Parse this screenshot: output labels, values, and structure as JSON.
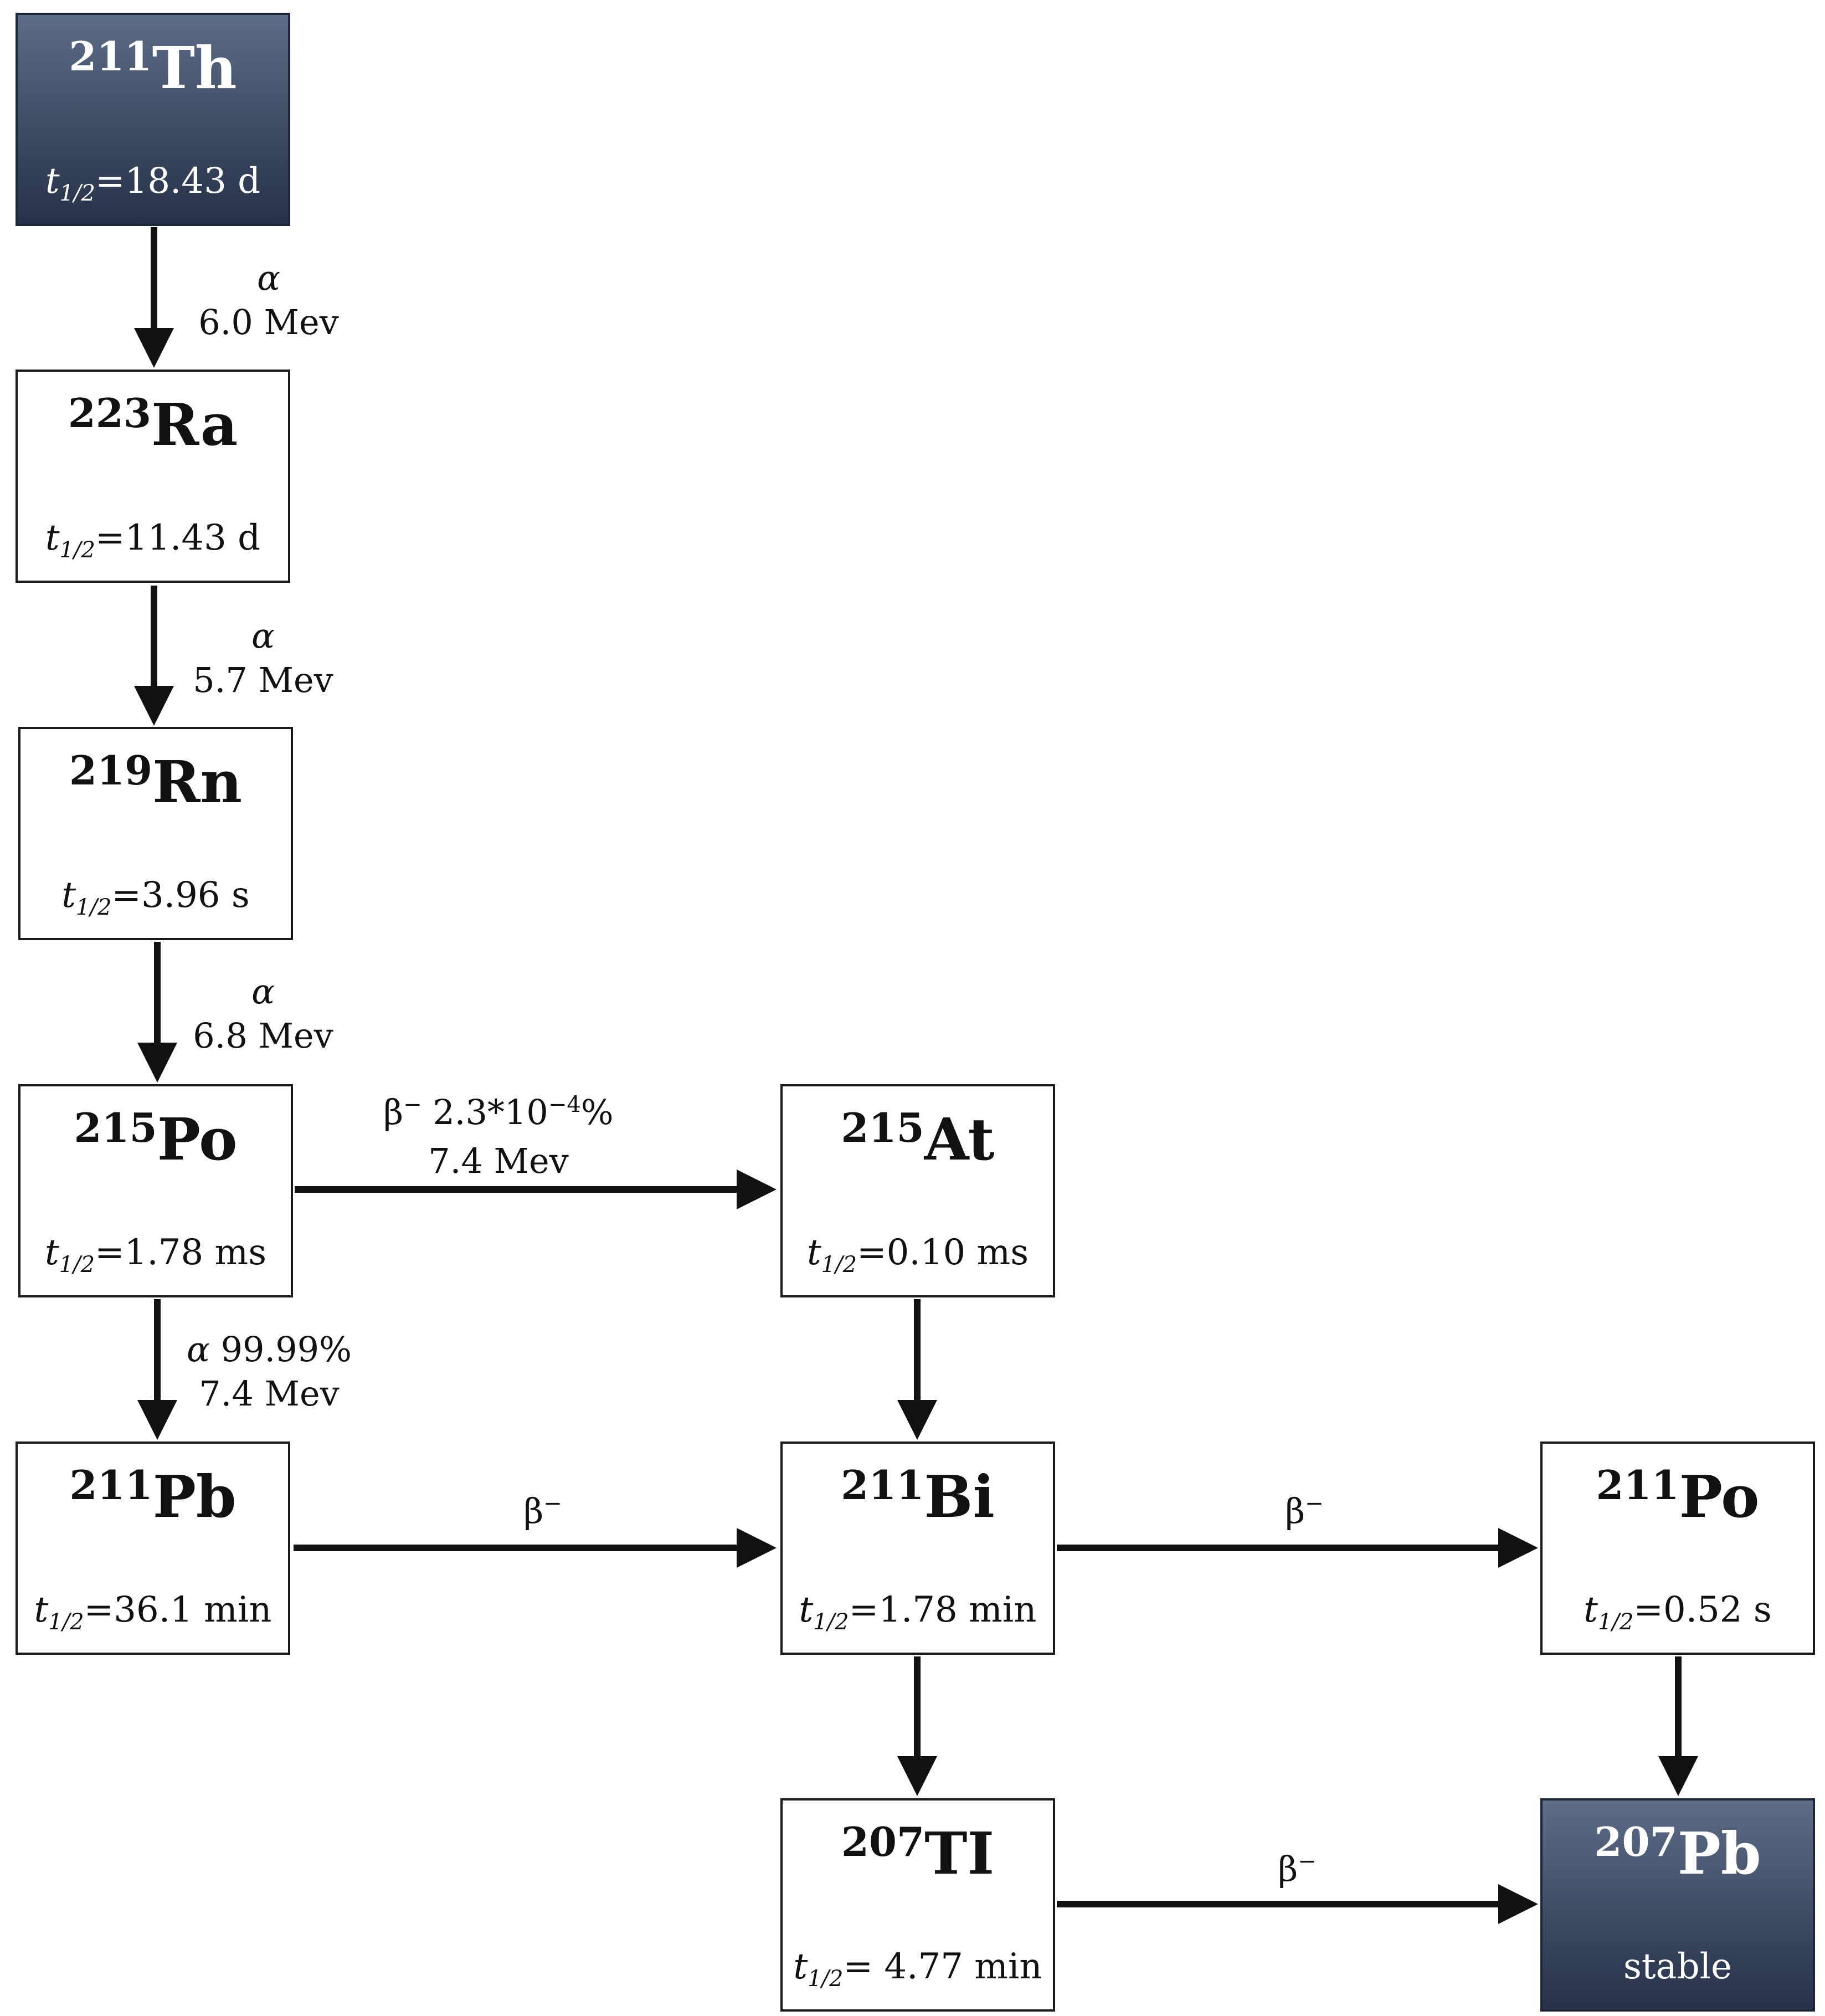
{
  "colors": {
    "stable_fill": "#3e4b63",
    "node_border": "#1a1a1a",
    "arrow": "#111111"
  },
  "half_life_prefix": "t",
  "half_life_sub": "1/2",
  "nodes": {
    "th211": {
      "mass": "211",
      "symbol": "Th",
      "half_life": "=18.43 d"
    },
    "ra223": {
      "mass": "223",
      "symbol": "Ra",
      "half_life": "=11.43 d"
    },
    "rn219": {
      "mass": "219",
      "symbol": "Rn",
      "half_life": "=3.96 s"
    },
    "po215": {
      "mass": "215",
      "symbol": "Po",
      "half_life": "=1.78 ms"
    },
    "at215": {
      "mass": "215",
      "symbol": "At",
      "half_life": "=0.10 ms"
    },
    "pb211": {
      "mass": "211",
      "symbol": "Pb",
      "half_life": "=36.1 min"
    },
    "bi211": {
      "mass": "211",
      "symbol": "Bi",
      "half_life": "=1.78 min"
    },
    "po211": {
      "mass": "211",
      "symbol": "Po",
      "half_life": "=0.52 s"
    },
    "tl207": {
      "mass": "207",
      "symbol": "TI",
      "half_life": "= 4.77 min"
    },
    "pb207": {
      "mass": "207",
      "symbol": "Pb",
      "status": "stable"
    }
  },
  "edges": {
    "th_ra": {
      "mode": "α",
      "energy": "6.0 Mev"
    },
    "ra_rn": {
      "mode": "α",
      "energy": "5.7 Mev"
    },
    "rn_po": {
      "mode": "α",
      "energy": "6.8 Mev"
    },
    "po_at": {
      "mode": "β",
      "mode_sup": "−",
      "branching": " 2.3*10",
      "branching_sup": "−4",
      "branching_unit": "%",
      "energy": "7.4 Mev"
    },
    "po_pb": {
      "mode": "α",
      "branching": "99.99%",
      "energy": "7.4 Mev"
    },
    "pb_bi": {
      "mode": "β",
      "mode_sup": "−"
    },
    "bi_po": {
      "mode": "β",
      "mode_sup": "−"
    },
    "tl_pb": {
      "mode": "β",
      "mode_sup": "−"
    }
  }
}
